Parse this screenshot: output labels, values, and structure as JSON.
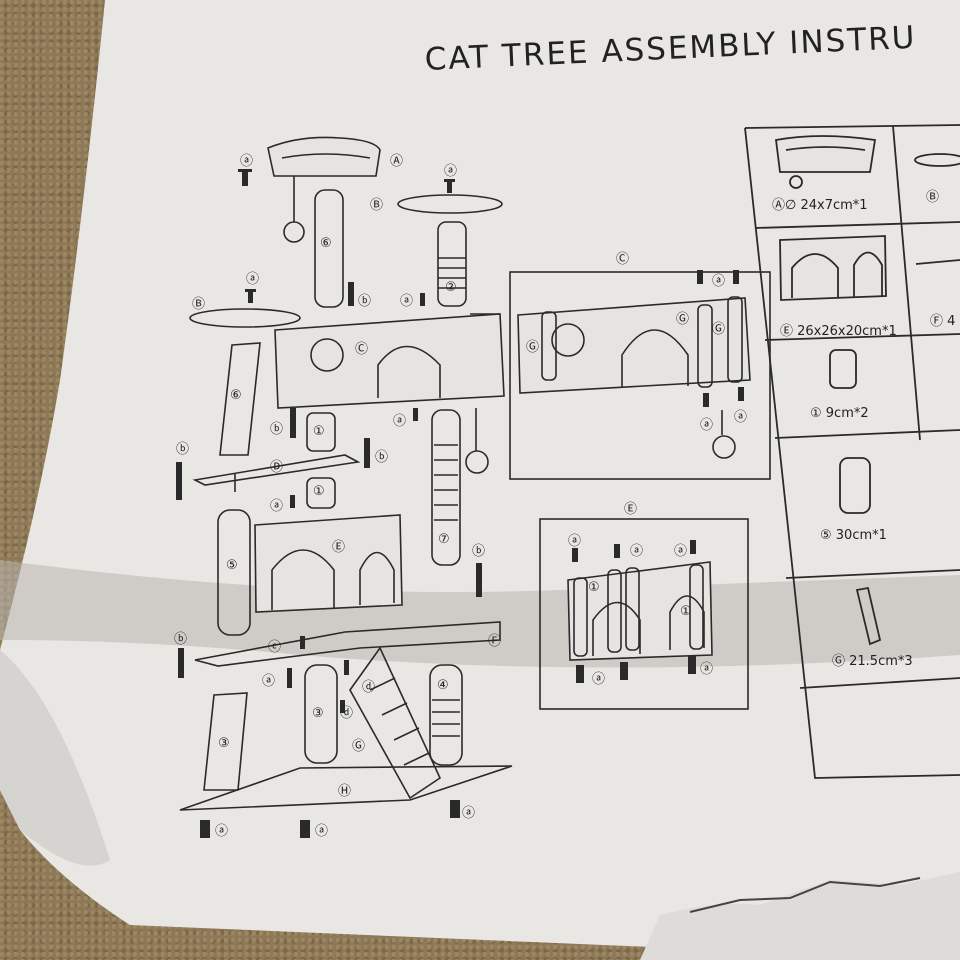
{
  "title": "CAT TREE ASSEMBLY INSTRU",
  "parts_list": [
    {
      "label": "Ⓐ∅ 24x7cm*1"
    },
    {
      "label": "Ⓑ"
    },
    {
      "label": "Ⓔ 26x26x20cm*1"
    },
    {
      "label": "Ⓕ 4"
    },
    {
      "label": "① 9cm*2"
    },
    {
      "label": "⑤ 30cm*1"
    },
    {
      "label": "Ⓖ 21.5cm*3"
    }
  ],
  "diagram_labels": {
    "A": "Ⓐ",
    "B": "Ⓑ",
    "C": "Ⓒ",
    "D": "Ⓓ",
    "E": "Ⓔ",
    "F": "Ⓕ",
    "G": "Ⓖ",
    "H": "Ⓗ",
    "a": "ⓐ",
    "b": "ⓑ",
    "c": "ⓒ",
    "d": "ⓓ",
    "n1": "①",
    "n2": "②",
    "n3": "③",
    "n4": "④",
    "n5": "⑤",
    "n6": "⑥",
    "n7": "⑦"
  },
  "colors": {
    "paper": "#ebe9e6",
    "ink": "#2a2a2a",
    "carpet": "#8d7858"
  }
}
